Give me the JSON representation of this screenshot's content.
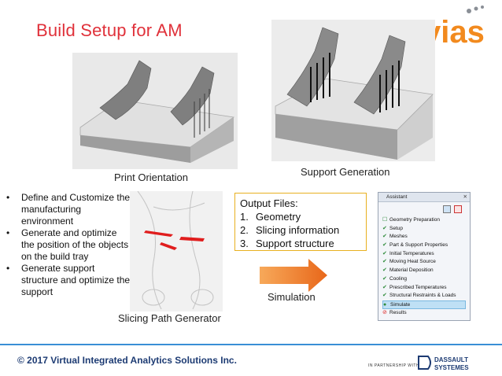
{
  "title": "Build Setup for AM",
  "logo": {
    "text": "vias",
    "color": "#f28a1e"
  },
  "captions": {
    "print_orientation": "Print Orientation",
    "support_generation": "Support Generation",
    "slicing_path": "Slicing Path Generator",
    "simulation": "Simulation"
  },
  "bullets": [
    "Define and Customize the manufacturing environment",
    "Generate and optimize the position of the objects on the build tray",
    "Generate support structure and optimize the support"
  ],
  "output": {
    "heading": "Output Files:",
    "items": [
      {
        "num": "1.",
        "text": "Geometry"
      },
      {
        "num": "2.",
        "text": "Slicing information"
      },
      {
        "num": "3.",
        "text": "Support structure"
      }
    ]
  },
  "assistant": {
    "title": "Assistant",
    "items": [
      {
        "label": "Geometry Preparation",
        "state": "box"
      },
      {
        "label": "Setup",
        "state": "check"
      },
      {
        "label": "Meshes",
        "state": "check"
      },
      {
        "label": "Part & Support Properties",
        "state": "check"
      },
      {
        "label": "Initial Temperatures",
        "state": "check"
      },
      {
        "label": "Moving Heat Source",
        "state": "check"
      },
      {
        "label": "Material Deposition",
        "state": "check"
      },
      {
        "label": "Cooling",
        "state": "check"
      },
      {
        "label": "Prescribed Temperatures",
        "state": "check"
      },
      {
        "label": "Structural Restraints & Loads",
        "state": "check"
      },
      {
        "label": "Simulate",
        "state": "active"
      },
      {
        "label": "Results",
        "state": "error"
      }
    ]
  },
  "footer": {
    "copyright": "© 2017 Virtual Integrated Analytics Solutions Inc.",
    "partner": "IN PARTNERSHIP WITH",
    "ds_line1": "DASSAULT",
    "ds_line2": "SYSTEMES"
  },
  "colors": {
    "title": "#e0313a",
    "accent_orange": "#f28a1e",
    "footer_blue": "#1d3b73",
    "rule_blue": "#3a8fd6"
  }
}
